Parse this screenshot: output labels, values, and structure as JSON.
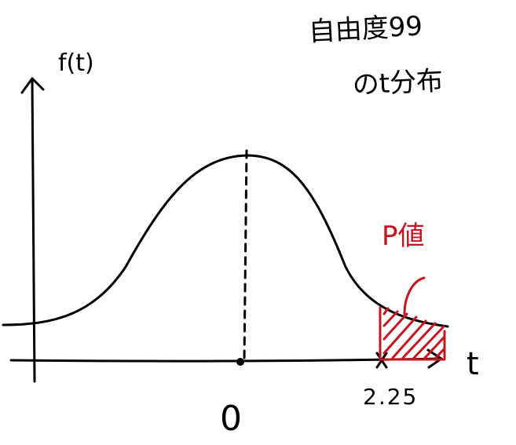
{
  "title": {
    "line1": "自由度99",
    "line2": "のt分布"
  },
  "axes": {
    "y_label": "f(t)",
    "x_label": "t"
  },
  "labels": {
    "origin": "0",
    "critical_value": "2.25",
    "p_value": "P値"
  },
  "colors": {
    "ink": "#000000",
    "highlight": "#c8141e"
  }
}
